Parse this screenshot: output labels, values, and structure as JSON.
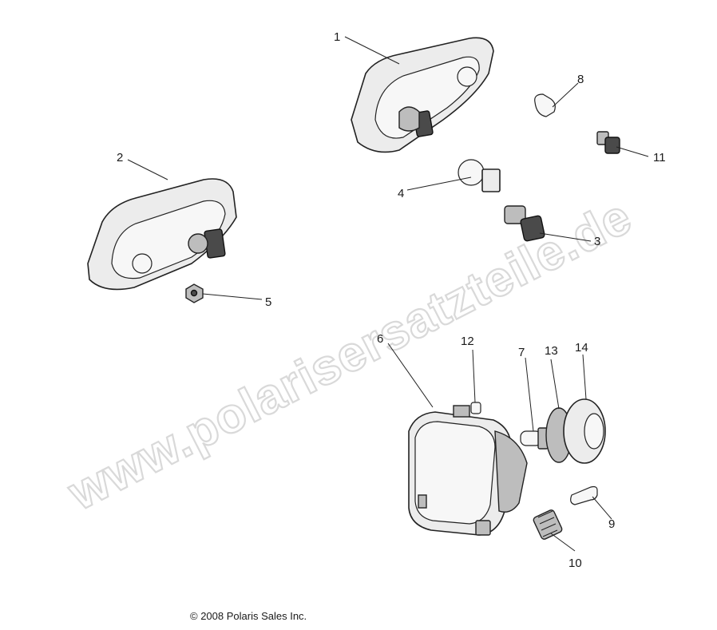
{
  "watermark": "www.polarisersatzteile.de",
  "copyright": "© 2008 Polaris Sales Inc.",
  "callouts": [
    "1",
    "2",
    "3",
    "4",
    "5",
    "6",
    "7",
    "8",
    "9",
    "10",
    "11",
    "12",
    "13",
    "14"
  ]
}
